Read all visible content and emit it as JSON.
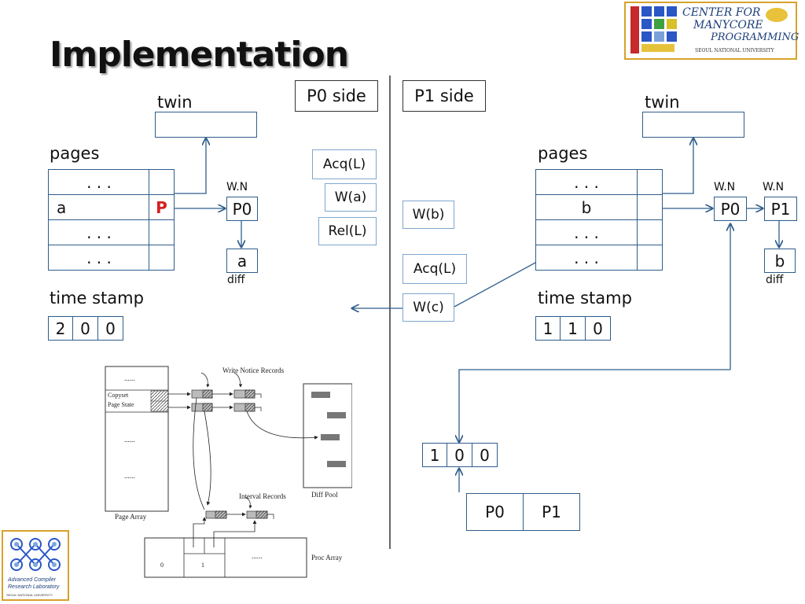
{
  "title": "Implementation",
  "sides": {
    "p0": "P0 side",
    "p1": "P1 side"
  },
  "left": {
    "twin_label": "twin",
    "pages_label": "pages",
    "rows": [
      ". . .",
      "a",
      ". . .",
      ". . ."
    ],
    "flag": "P",
    "wn_label": "W.N",
    "wn_box": "P0",
    "diff_box": "a",
    "diff_label": "diff",
    "ts_label": "time stamp",
    "ts": [
      "2",
      "0",
      "0"
    ]
  },
  "ops_p0": [
    "Acq(L)",
    "W(a)",
    "Rel(L)"
  ],
  "ops_p1": [
    "W(b)",
    "Acq(L)",
    "W(c)"
  ],
  "right": {
    "twin_label": "twin",
    "pages_label": "pages",
    "rows": [
      ". . .",
      "b",
      ". . .",
      ". . ."
    ],
    "wn_label1": "W.N",
    "wn_label2": "W.N",
    "wn_box1": "P0",
    "wn_box2": "P1",
    "diff_box": "b",
    "diff_label": "diff",
    "ts_label": "time stamp",
    "ts": [
      "1",
      "1",
      "0"
    ]
  },
  "interval": {
    "ts": [
      "1",
      "0",
      "0"
    ],
    "procs": [
      "P0",
      "P1"
    ]
  },
  "figure": {
    "dots_top": "......",
    "copyset": "Copyset",
    "page_state": "Page State",
    "dots_mid": "......",
    "dots_mid2": "......",
    "wn_records": "Write Notice Records",
    "page_array": "Page Array",
    "interval_records": "Interval Records",
    "diff_pool": "Diff Pool",
    "proc_0": "0",
    "proc_1": "1",
    "proc_dots": "......",
    "proc_array": "Proc Array"
  },
  "logo_top": {
    "line1": "CENTER FOR",
    "line2": "MANYCORE",
    "line3": "PROGRAMMING",
    "univ": "SEOUL NATIONAL UNIVERSITY"
  },
  "logo_bl": {
    "line1": "Advanced Compiler",
    "line2": "Research Laboratory",
    "univ": "SEOUL NATIONAL UNIVERSITY"
  }
}
